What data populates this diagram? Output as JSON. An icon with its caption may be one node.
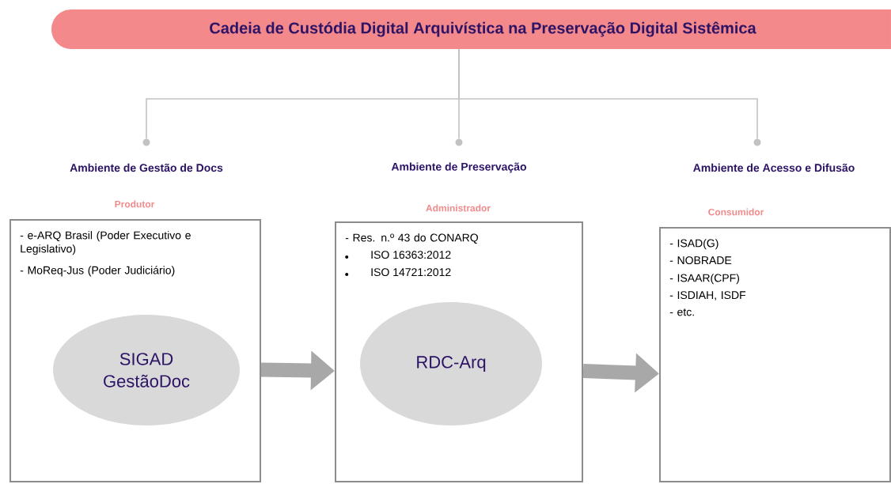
{
  "diagram": {
    "nodes": [
      {
        "text": [
          "Cadeia de Custódia Digital Arquivística na Preservação Digital Sistêmica"
        ]
      },
      {
        "text": [],
        "shape": "circle"
      },
      {
        "text": [],
        "shape": "circle"
      },
      {
        "text": [],
        "shape": "circle"
      },
      {
        "text": [
          "Produtor",
          "- e-ARQ Brasil (Poder Executivo e Legislativo)",
          "- MoReq-Jus (Poder Judiciário)"
        ]
      },
      {
        "text": [
          "SIGAD GestãoDoc"
        ],
        "in": 4
      },
      {
        "text": [
          "Administrador",
          "- Res. n.º 43 do CONARQ",
          "ISO 16363:2012",
          "ISO 14721:2012"
        ]
      },
      {
        "text": [
          "RDC-Arq"
        ],
        "in": 6
      },
      {
        "text": [
          "Consumidor",
          "- ISAD(G)",
          "- NOBRADE",
          "- ISAAR(CPF)",
          "- ISDIAH, ISDF",
          "- etc."
        ]
      }
    ],
    "edges": [
      {
        "from": 0,
        "to": 1,
        "arrow": "none"
      },
      {
        "from": 0,
        "to": 2,
        "arrow": "none"
      },
      {
        "from": 0,
        "to": 3,
        "arrow": "none"
      },
      {
        "from": 4,
        "to": 6,
        "arrow": "to",
        "style": "thick"
      },
      {
        "from": 6,
        "to": 8,
        "arrow": "to",
        "style": "thick"
      }
    ],
    "labels": [
      "Ambiente de Gestão de Docs",
      "Ambiente de Preservação",
      "Ambiente de Acesso e Difusão"
    ]
  }
}
